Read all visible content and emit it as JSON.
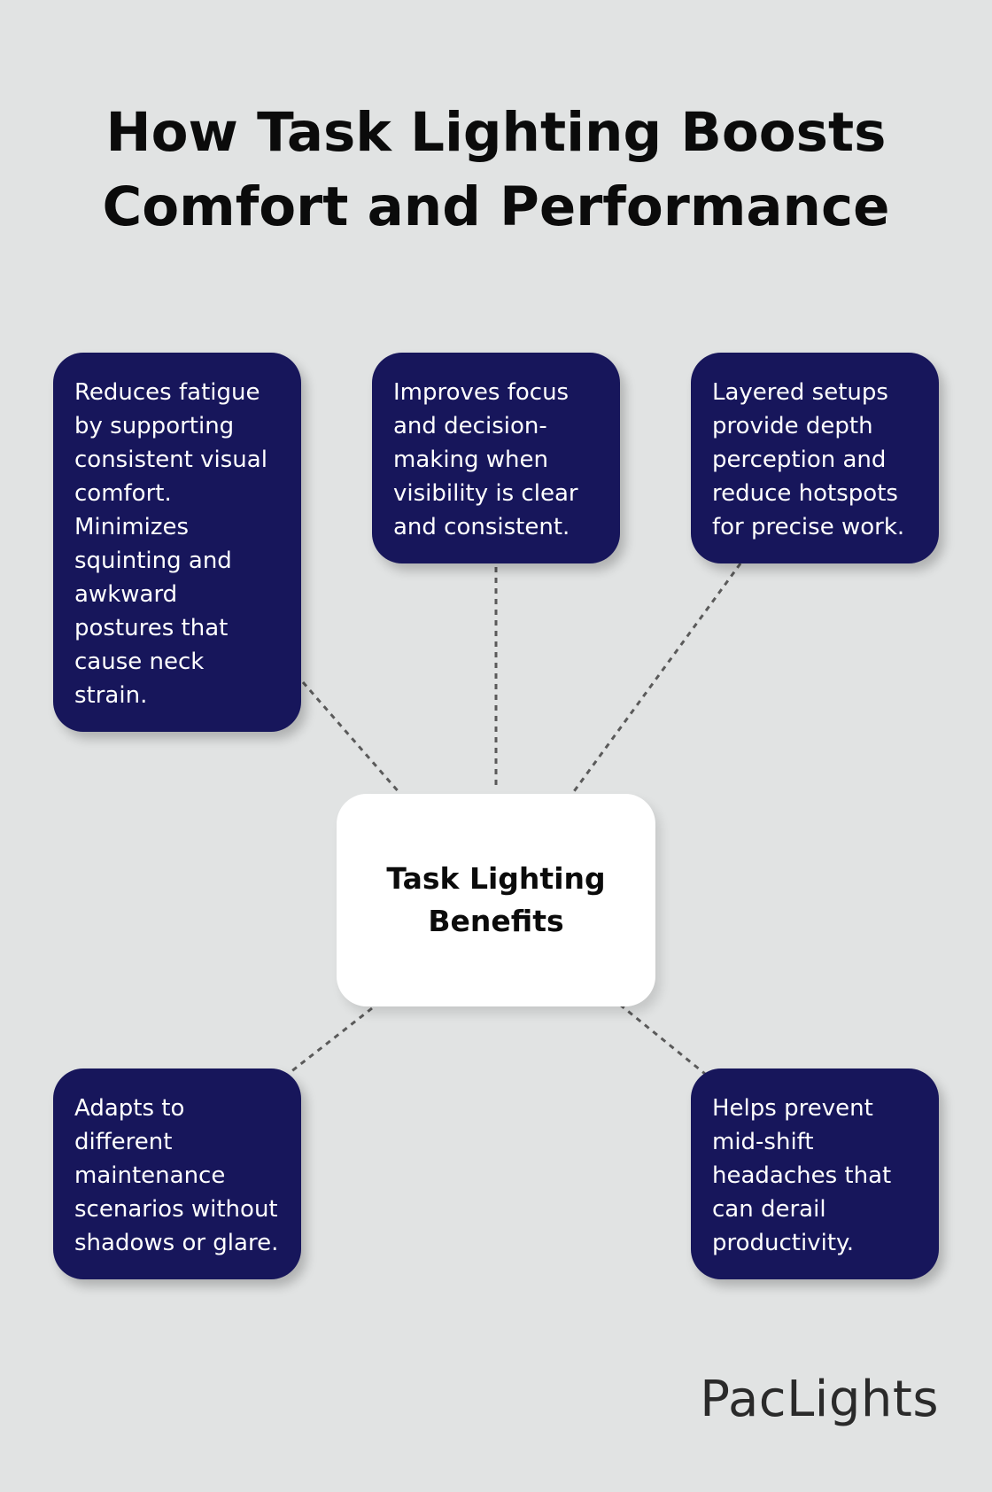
{
  "title": {
    "line1": "How Task Lighting Boosts",
    "line2": "Comfort and Performance"
  },
  "center": {
    "label": "Task Lighting Benefits"
  },
  "benefits": [
    {
      "text": "Reduces fatigue by supporting consistent visual comfort. Minimizes squinting and awkward postures that cause neck strain."
    },
    {
      "text": "Improves focus and decision-making when visibility is clear and consistent."
    },
    {
      "text": "Layered setups provide depth perception and reduce hotspots for precise work."
    },
    {
      "text": "Adapts to different maintenance scenarios without shadows or glare."
    },
    {
      "text": "Helps prevent mid-shift headaches that can derail productivity."
    }
  ],
  "brand": {
    "logo_text": "PacLights"
  },
  "colors": {
    "background": "#e1e3e3",
    "box": "#17165b",
    "center_box": "#ffffff",
    "connector": "#5a5a5a"
  }
}
